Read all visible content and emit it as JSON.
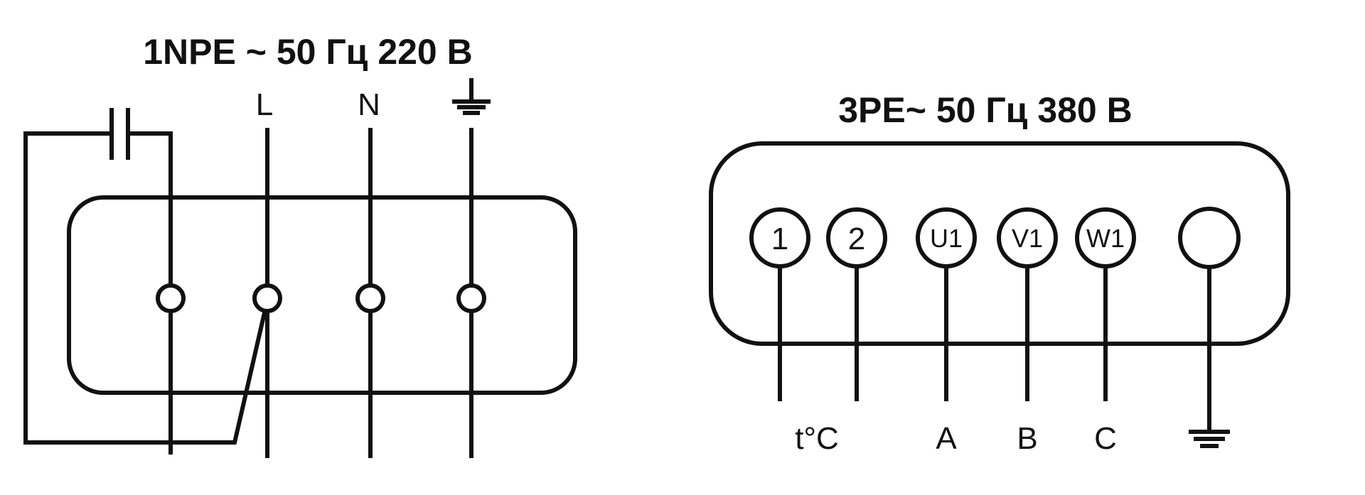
{
  "left_diagram": {
    "title": "1NPE ~ 50 Гц 220 В",
    "line_labels": [
      "L",
      "N"
    ],
    "ground_symbol": "ground-icon"
  },
  "right_diagram": {
    "title": "3PE~ 50 Гц 380 В",
    "terminals": [
      "1",
      "2",
      "U1",
      "V1",
      "W1",
      ""
    ],
    "bottom_labels": [
      "t°C",
      "A",
      "B",
      "C"
    ],
    "ground_symbol": "ground-icon"
  },
  "colors": {
    "ink": "#111111",
    "background": "#ffffff"
  }
}
